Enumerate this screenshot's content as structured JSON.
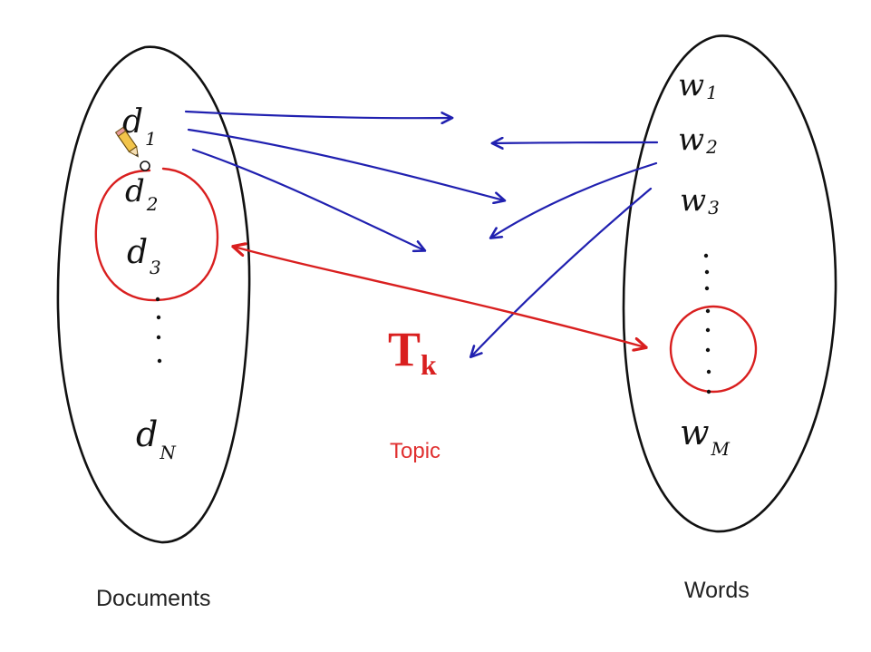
{
  "documents": {
    "title": "Documents",
    "items": [
      {
        "base": "d",
        "sub": "1"
      },
      {
        "base": "d",
        "sub": "2"
      },
      {
        "base": "d",
        "sub": "3"
      },
      {
        "base": "d",
        "sub": "N"
      }
    ]
  },
  "words": {
    "title": "Words",
    "items": [
      {
        "base": "w",
        "sub": "1"
      },
      {
        "base": "w",
        "sub": "2"
      },
      {
        "base": "w",
        "sub": "3"
      },
      {
        "base": "w",
        "sub": "M"
      }
    ]
  },
  "topic": {
    "symbol": "T",
    "sub": "k",
    "label": "Topic"
  },
  "colors": {
    "ink": "#111111",
    "blue_arrow": "#2020b0",
    "red": "#d91f1f",
    "topic_label": "#e03030"
  },
  "icons": {
    "cursor": "pencil-icon"
  }
}
